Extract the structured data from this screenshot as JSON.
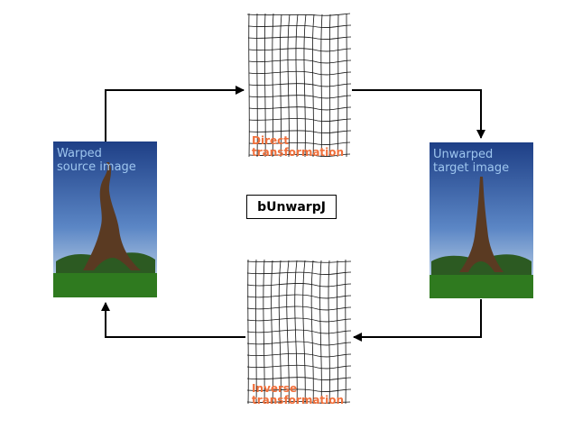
{
  "diagram": {
    "title": "bUnwarpJ",
    "nodes": {
      "source": {
        "line1": "Warped",
        "line2": "source image"
      },
      "target": {
        "line1": "Unwarped",
        "line2": "target image"
      },
      "direct": {
        "line1": "Direct",
        "line2": "transformation"
      },
      "inverse": {
        "line1": "Inverse",
        "line2": "transformation"
      }
    },
    "edges": [
      {
        "from": "source",
        "to": "direct"
      },
      {
        "from": "direct",
        "to": "target"
      },
      {
        "from": "target",
        "to": "inverse"
      },
      {
        "from": "inverse",
        "to": "source"
      }
    ],
    "colors": {
      "label_on_photo": "#9ec6ef",
      "transform_label": "#f0703c",
      "arrow": "#000000",
      "sky_top": "#1e3f86",
      "sky_bottom": "#cfe0ef",
      "grass": "#2f7a1f",
      "tower": "#5a3a22"
    }
  }
}
